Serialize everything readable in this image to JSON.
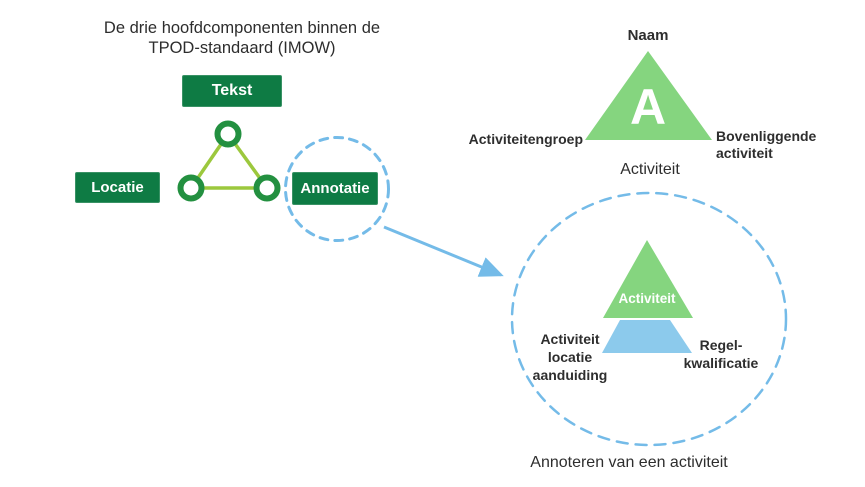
{
  "title": {
    "line1": "De drie hoofdcomponenten binnen de",
    "line2": "TPOD-standaard (IMOW)"
  },
  "components": {
    "tekst_label": "Tekst",
    "locatie_label": "Locatie",
    "annotatie_label": "Annotatie"
  },
  "activity_triangle": {
    "top_label": "Naam",
    "letter": "A",
    "left_label": "Activiteitengroep",
    "right_label": "Bovenliggende activiteit",
    "caption": "Activiteit"
  },
  "annotation_detail": {
    "triangle_label": "Activiteit",
    "left_label": "Activiteit locatie aanduiding",
    "right_label": "Regel-kwalificatie",
    "caption": "Annoteren van een activiteit"
  },
  "colors": {
    "dark_green": "#0e7b44",
    "node_green": "#239040",
    "connector_green": "#9cc83d",
    "light_green": "#85d57f",
    "light_blue": "#74bbe8",
    "trapezoid_blue": "#8ccaec",
    "text_dark": "#2e2e2e"
  }
}
